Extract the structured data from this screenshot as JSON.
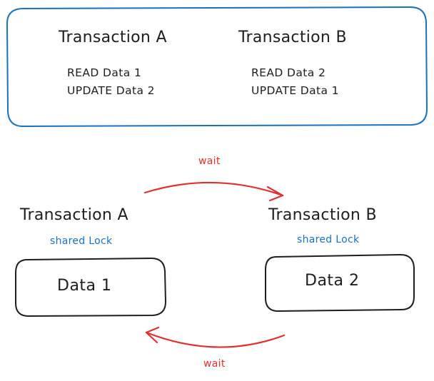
{
  "summary": {
    "transaction_a": {
      "title": "Transaction A",
      "operations": [
        "READ Data 1",
        "UPDATE Data 2"
      ]
    },
    "transaction_b": {
      "title": "Transaction B",
      "operations": [
        "READ Data 2",
        "UPDATE Data 1"
      ]
    }
  },
  "deadlock": {
    "wait_top": "wait",
    "wait_bottom": "wait",
    "transaction_a": {
      "title": "Transaction A",
      "lock": "shared Lock",
      "data": "Data 1"
    },
    "transaction_b": {
      "title": "Transaction B",
      "lock": "shared Lock",
      "data": "Data 2"
    }
  },
  "colors": {
    "summary_border": "#1971c2",
    "lock_text": "#1971c2",
    "wait_arrow": "#e03131",
    "data_box_border": "#1e1e1e"
  }
}
